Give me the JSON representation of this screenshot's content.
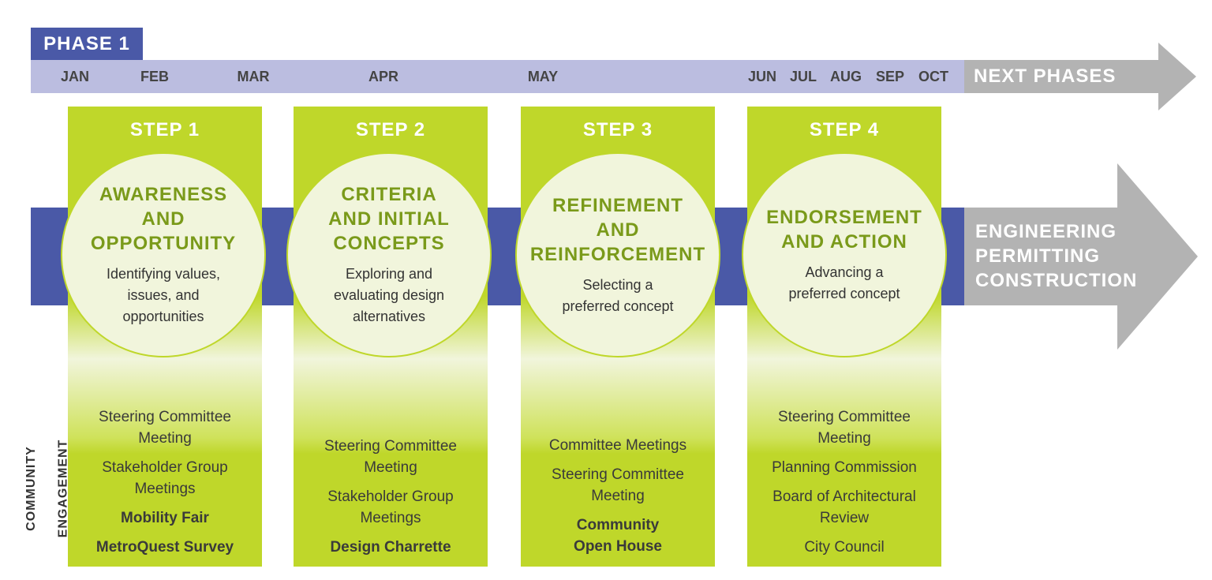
{
  "phase": {
    "label": "PHASE 1"
  },
  "months": [
    "JAN",
    "FEB",
    "MAR",
    "APR",
    "MAY",
    "JUN",
    "JUL",
    "AUG",
    "SEP",
    "OCT"
  ],
  "next_phases": {
    "label": "NEXT PHASES"
  },
  "outcome": {
    "lines": [
      "ENGINEERING",
      "PERMITTING",
      "CONSTRUCTION"
    ]
  },
  "community_engagement": {
    "line1": "COMMUNITY",
    "line2": "ENGAGEMENT"
  },
  "steps": [
    {
      "title": "STEP 1",
      "heading": "AWARENESS\nAND\nOPPORTUNITY",
      "description": "Identifying values,\nissues, and\nopportunities",
      "engagement": [
        {
          "text": "Steering Committee\nMeeting",
          "bold": false
        },
        {
          "text": "Stakeholder Group\nMeetings",
          "bold": false
        },
        {
          "text": "Mobility Fair",
          "bold": true
        },
        {
          "text": "MetroQuest Survey",
          "bold": true
        }
      ]
    },
    {
      "title": "STEP 2",
      "heading": "CRITERIA\nAND INITIAL\nCONCEPTS",
      "description": "Exploring and\nevaluating design\nalternatives",
      "engagement": [
        {
          "text": "Steering Committee\nMeeting",
          "bold": false
        },
        {
          "text": "Stakeholder Group\nMeetings",
          "bold": false
        },
        {
          "text": "Design Charrette",
          "bold": true
        }
      ]
    },
    {
      "title": "STEP 3",
      "heading": "REFINEMENT\nAND\nREINFORCEMENT",
      "description": "Selecting a\npreferred concept",
      "engagement": [
        {
          "text": "Committee Meetings",
          "bold": false
        },
        {
          "text": "Steering Committee\nMeeting",
          "bold": false
        },
        {
          "text": "Community\nOpen House",
          "bold": true
        }
      ]
    },
    {
      "title": "STEP 4",
      "heading": "ENDORSEMENT\nAND ACTION",
      "description": "Advancing a\npreferred concept",
      "engagement": [
        {
          "text": "Steering Committee\nMeeting",
          "bold": false
        },
        {
          "text": "Planning Commission",
          "bold": false
        },
        {
          "text": "Board of Architectural\nReview",
          "bold": false
        },
        {
          "text": "City Council",
          "bold": false
        }
      ]
    }
  ],
  "colors": {
    "phase_blue": "#4a59a7",
    "month_lavender": "#bbbde0",
    "step_green": "#bfd72a",
    "circle_fill": "#f1f5dc",
    "heading_green": "#7a9a1a",
    "arrow_gray": "#b3b3b3"
  }
}
